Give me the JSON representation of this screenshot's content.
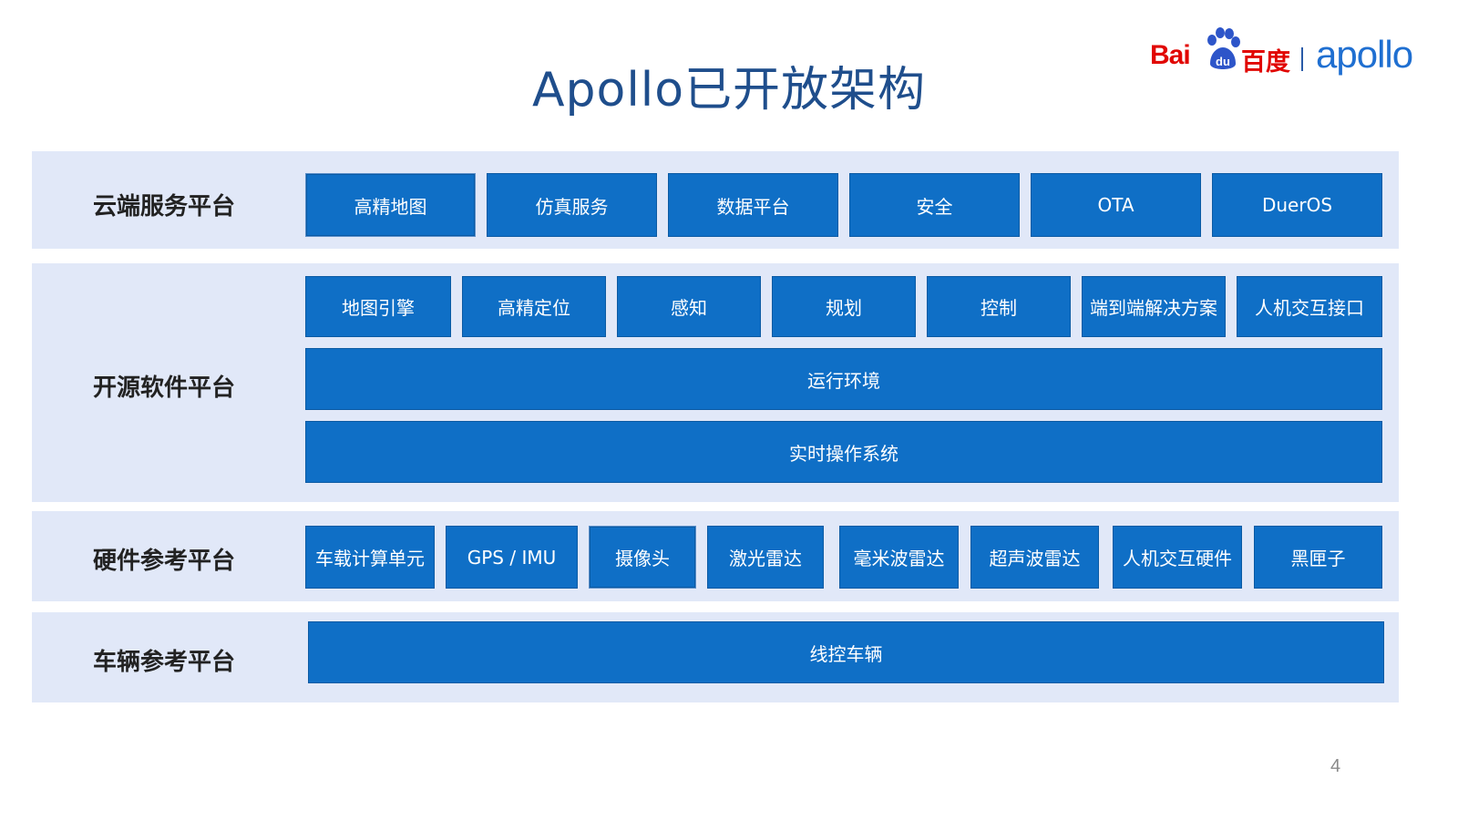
{
  "title": "Apollo已开放架构",
  "logo": {
    "baidu": "Bai",
    "du": "du",
    "baidu_cn": "百度",
    "apollo": "apollo"
  },
  "rows": {
    "cloud": {
      "label": "云端服务平台",
      "items": [
        "高精地图",
        "仿真服务",
        "数据平台",
        "安全",
        "OTA",
        "DuerOS"
      ]
    },
    "software": {
      "label": "开源软件平台",
      "items": [
        "地图引擎",
        "高精定位",
        "感知",
        "规划",
        "控制",
        "端到端解决方案",
        "人机交互接口"
      ],
      "runtime": "运行环境",
      "rtos": "实时操作系统"
    },
    "hardware": {
      "label": "硬件参考平台",
      "items": [
        "车载计算单元",
        "GPS / IMU",
        "摄像头",
        "激光雷达",
        "毫米波雷达",
        "超声波雷达",
        "人机交互硬件",
        "黑匣子"
      ]
    },
    "vehicle": {
      "label": "车辆参考平台",
      "items": [
        "线控车辆"
      ]
    }
  },
  "page_number": "4",
  "colors": {
    "title": "#1f4e8c",
    "band": "#e1e8f8",
    "box": "#0f6fc6",
    "baidu_red": "#e10602",
    "apollo_blue": "#1f6fd1"
  }
}
